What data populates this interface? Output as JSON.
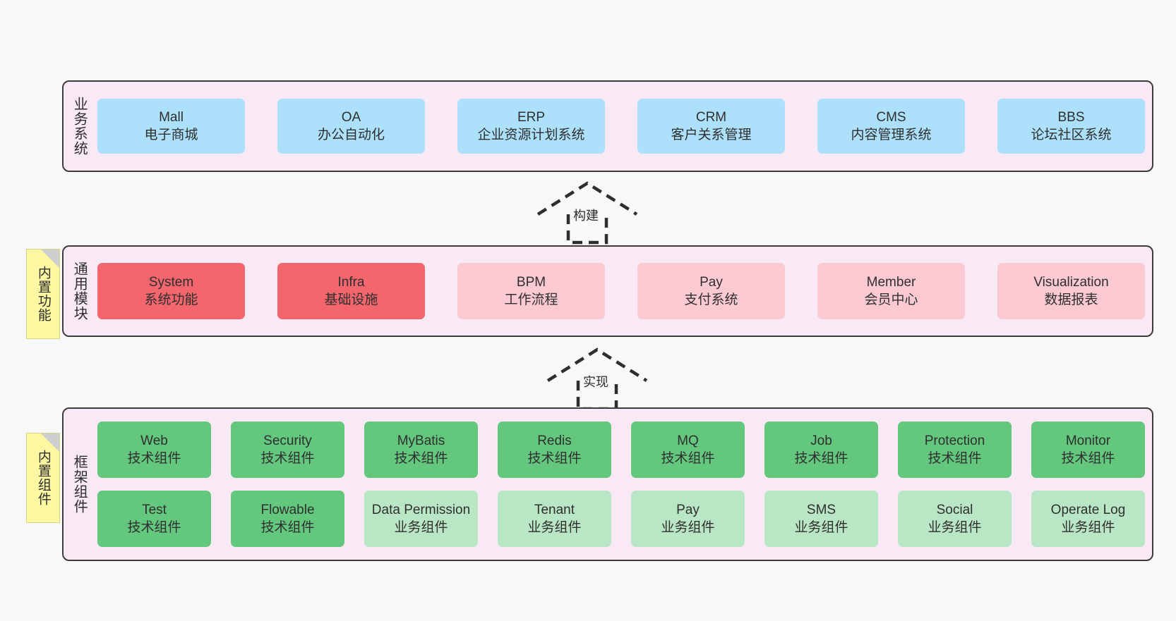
{
  "diagram": {
    "background_color": "#f9f8f8",
    "layer_bg_color": "#f9e9f4",
    "layer_border_color": "#3c3c3c",
    "sticky_color": "#fcf7a1"
  },
  "layers": {
    "business": {
      "title": "业务系统",
      "box_color": "#ade1fb",
      "items": [
        {
          "name": "Mall",
          "desc": "电子商城"
        },
        {
          "name": "OA",
          "desc": "办公自动化"
        },
        {
          "name": "ERP",
          "desc": "企业资源计划系统"
        },
        {
          "name": "CRM",
          "desc": "客户关系管理"
        },
        {
          "name": "CMS",
          "desc": "内容管理系统"
        },
        {
          "name": "BBS",
          "desc": "论坛社区系统"
        }
      ]
    },
    "common": {
      "title": "通用模块",
      "sticky": "内置功能",
      "box_color_primary": "#f4666e",
      "box_color_secondary": "#fbc9d2",
      "items": [
        {
          "name": "System",
          "desc": "系统功能",
          "style": "red"
        },
        {
          "name": "Infra",
          "desc": "基础设施",
          "style": "red"
        },
        {
          "name": "BPM",
          "desc": "工作流程",
          "style": "pink"
        },
        {
          "name": "Pay",
          "desc": "支付系统",
          "style": "pink"
        },
        {
          "name": "Member",
          "desc": "会员中心",
          "style": "pink"
        },
        {
          "name": "Visualization",
          "desc": "数据报表",
          "style": "pink"
        }
      ]
    },
    "framework": {
      "title": "框架组件",
      "sticky": "内置组件",
      "box_color_tech": "#63c77e",
      "box_color_biz": "#b9e6c4",
      "items": [
        {
          "name": "Web",
          "desc": "技术组件",
          "style": "green"
        },
        {
          "name": "Security",
          "desc": "技术组件",
          "style": "green"
        },
        {
          "name": "MyBatis",
          "desc": "技术组件",
          "style": "green"
        },
        {
          "name": "Redis",
          "desc": "技术组件",
          "style": "green"
        },
        {
          "name": "MQ",
          "desc": "技术组件",
          "style": "green"
        },
        {
          "name": "Job",
          "desc": "技术组件",
          "style": "green"
        },
        {
          "name": "Protection",
          "desc": "技术组件",
          "style": "green"
        },
        {
          "name": "Monitor",
          "desc": "技术组件",
          "style": "green"
        },
        {
          "name": "Test",
          "desc": "技术组件",
          "style": "green"
        },
        {
          "name": "Flowable",
          "desc": "技术组件",
          "style": "green"
        },
        {
          "name": "Data Permission",
          "desc": "业务组件",
          "style": "lgreen"
        },
        {
          "name": "Tenant",
          "desc": "业务组件",
          "style": "lgreen"
        },
        {
          "name": "Pay",
          "desc": "业务组件",
          "style": "lgreen"
        },
        {
          "name": "SMS",
          "desc": "业务组件",
          "style": "lgreen"
        },
        {
          "name": "Social",
          "desc": "业务组件",
          "style": "lgreen"
        },
        {
          "name": "Operate Log",
          "desc": "业务组件",
          "style": "lgreen"
        }
      ]
    }
  },
  "connectors": [
    {
      "label": "构建",
      "from": "common",
      "to": "business"
    },
    {
      "label": "实现",
      "from": "framework",
      "to": "common"
    }
  ]
}
